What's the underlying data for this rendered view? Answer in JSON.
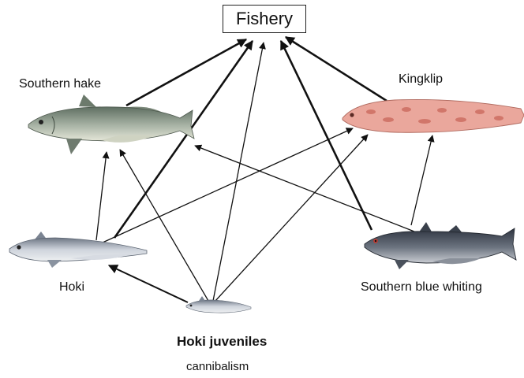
{
  "fishery": {
    "label": "Fishery"
  },
  "species": {
    "southern_hake": "Southern hake",
    "kingklip": "Kingklip",
    "hoki": "Hoki",
    "southern_blue_whiting": "Southern blue whiting",
    "hoki_juveniles": "Hoki juveniles"
  },
  "note": {
    "cannibalism": "cannibalism"
  },
  "colors": {
    "arrow": "#111111",
    "hake_body": "#9aa89a",
    "kingklip_body": "#e8a39a",
    "hoki_body": "#b9bfc8",
    "sbw_body": "#5c6470"
  },
  "edges": [
    {
      "from": "southern_hake",
      "to": "fishery",
      "weight": "thick"
    },
    {
      "from": "hoki",
      "to": "fishery",
      "weight": "thick"
    },
    {
      "from": "southern_blue_whiting",
      "to": "fishery",
      "weight": "thick"
    },
    {
      "from": "kingklip",
      "to": "fishery",
      "weight": "thick"
    },
    {
      "from": "hoki_juveniles",
      "to": "fishery",
      "weight": "thin"
    },
    {
      "from": "hoki",
      "to": "southern_hake",
      "weight": "thin"
    },
    {
      "from": "hoki",
      "to": "kingklip",
      "weight": "thin"
    },
    {
      "from": "southern_blue_whiting",
      "to": "southern_hake",
      "weight": "thin"
    },
    {
      "from": "southern_blue_whiting",
      "to": "kingklip",
      "weight": "thin"
    },
    {
      "from": "hoki_juveniles",
      "to": "southern_hake",
      "weight": "thin"
    },
    {
      "from": "hoki_juveniles",
      "to": "kingklip",
      "weight": "thin"
    },
    {
      "from": "hoki_juveniles",
      "to": "hoki",
      "weight": "thin"
    }
  ]
}
